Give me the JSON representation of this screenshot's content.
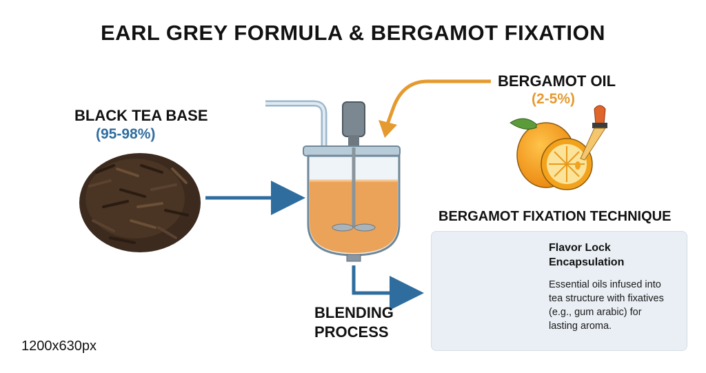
{
  "title": "EARL GREY FORMULA & BERGAMOT FIXATION",
  "tea": {
    "label": "BLACK TEA BASE",
    "percent": "(95-98%)"
  },
  "oil": {
    "label": "BERGAMOT OIL",
    "percent": "(2-5%)"
  },
  "process": {
    "line1": "BLENDING",
    "line2": "PROCESS"
  },
  "fixation": {
    "title": "BERGAMOT FIXATION TECHNIQUE",
    "heading_line1": "Flavor Lock",
    "heading_line2": "Encapsulation",
    "body_line1": "Essential oils infused into",
    "body_line2": "tea structure with fixatives",
    "body_line3": "(e.g., gum arabic) for",
    "body_line4": "lasting aroma."
  },
  "size_note": "1200x630px",
  "colors": {
    "blue": "#2f6d9e",
    "orange": "#e59a2f",
    "liquid": "#eba35a",
    "panel": "#e9eff4"
  }
}
